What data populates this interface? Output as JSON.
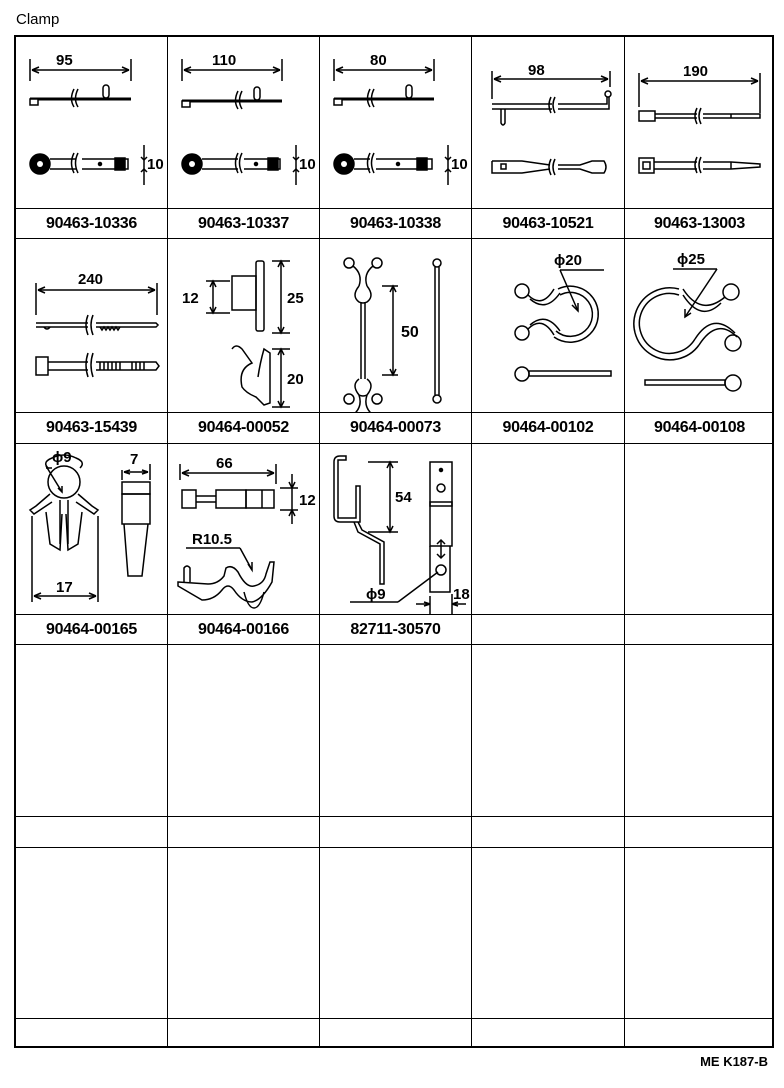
{
  "page": {
    "title": "Clamp",
    "footer_code": "ME  K187-B"
  },
  "grid": {
    "columns": 5,
    "rows": 5,
    "cells": [
      {
        "part_number": "90463-10336",
        "dims": {
          "length": "95",
          "width": "10"
        }
      },
      {
        "part_number": "90463-10337",
        "dims": {
          "length": "110",
          "width": "10"
        }
      },
      {
        "part_number": "90463-10338",
        "dims": {
          "length": "80",
          "width": "10"
        }
      },
      {
        "part_number": "90463-10521",
        "dims": {
          "length": "98"
        }
      },
      {
        "part_number": "90463-13003",
        "dims": {
          "length": "190"
        }
      },
      {
        "part_number": "90463-15439",
        "dims": {
          "length": "240"
        }
      },
      {
        "part_number": "90464-00052",
        "dims": {
          "a": "12",
          "b": "25",
          "c": "20"
        }
      },
      {
        "part_number": "90464-00073",
        "dims": {
          "length": "50"
        }
      },
      {
        "part_number": "90464-00102",
        "dims": {
          "diameter": "ϕ20"
        }
      },
      {
        "part_number": "90464-00108",
        "dims": {
          "diameter": "ϕ25"
        }
      },
      {
        "part_number": "90464-00165",
        "dims": {
          "diameter": "ϕ9",
          "width": "7",
          "span": "17"
        }
      },
      {
        "part_number": "90464-00166",
        "dims": {
          "length": "66",
          "height": "12",
          "radius": "R10.5"
        }
      },
      {
        "part_number": "82711-30570",
        "dims": {
          "height": "54",
          "diameter": "ϕ9",
          "width": "18"
        }
      },
      {
        "part_number": ""
      },
      {
        "part_number": ""
      }
    ]
  }
}
